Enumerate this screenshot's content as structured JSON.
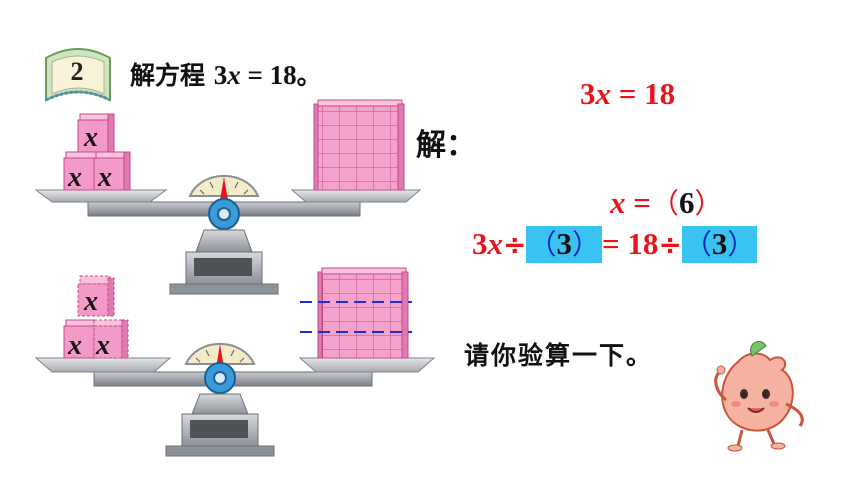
{
  "problem": {
    "number": "2",
    "prefix": "解方程",
    "equation_coef": "3",
    "equation_var": "x",
    "equation_rest": " = 18",
    "equation_end": "。"
  },
  "equation_top": {
    "coef": "3",
    "var": "x",
    "rest": " = 18"
  },
  "solution_label": "解：",
  "answer": {
    "var": "x",
    "eq": " =",
    "open": "（",
    "value": "6",
    "close": "）"
  },
  "step": {
    "coef": "3",
    "var": "x",
    "div": "÷",
    "open": "（",
    "divisor": "3",
    "close": "）",
    "eq": "= 18",
    "div2": "÷",
    "open2": "（",
    "divisor2": "3",
    "close2": "）"
  },
  "verify_prompt": "请你验算一下。",
  "block_label": "x",
  "colors": {
    "red": "#e8141a",
    "blue_highlight": "#39c3f2",
    "blue_dash": "#1a2fd8",
    "block_pink": "#f39ac8",
    "scale_gray": "#8a8f96"
  },
  "icons": [
    "book-badge-icon",
    "balance-scale-icon",
    "character-mascot-icon"
  ]
}
